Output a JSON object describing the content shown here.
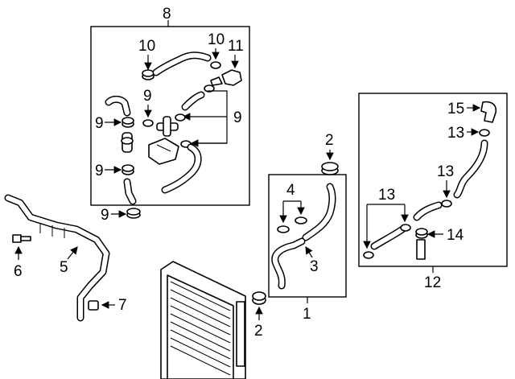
{
  "callouts": {
    "c1": "1",
    "c2a": "2",
    "c2b": "2",
    "c3": "3",
    "c4": "4",
    "c5": "5",
    "c6": "6",
    "c7": "7",
    "c8": "8",
    "c9a": "9",
    "c9b": "9",
    "c9c": "9",
    "c9d": "9",
    "c9e": "9",
    "c10a": "10",
    "c10b": "10",
    "c11": "11",
    "c12": "12",
    "c13a": "13",
    "c13b": "13",
    "c13c": "13",
    "c14": "14",
    "c15": "15"
  }
}
